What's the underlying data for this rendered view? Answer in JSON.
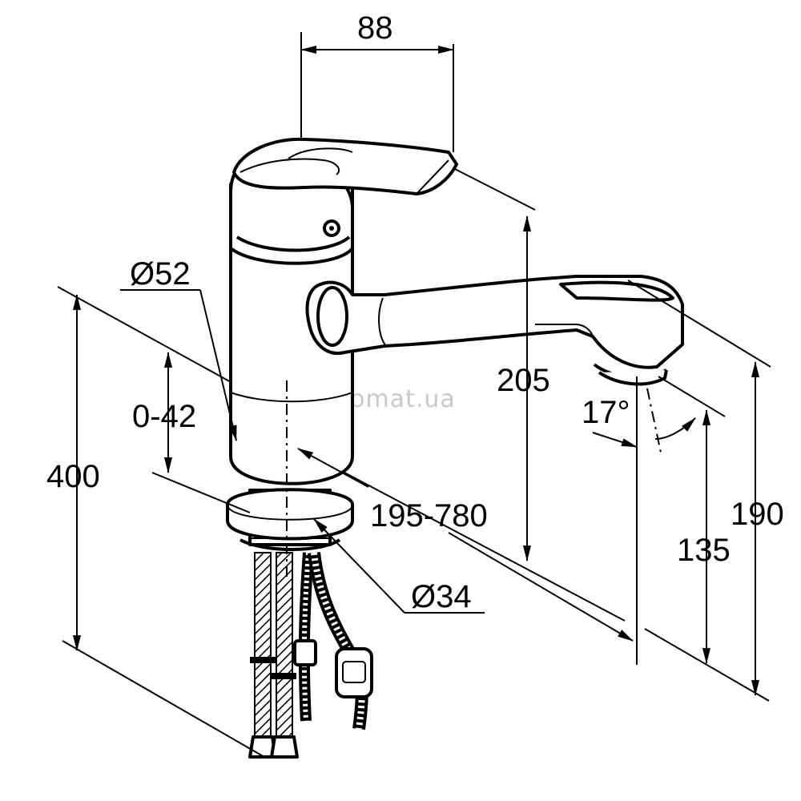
{
  "dimensions": {
    "handle_width": "88",
    "body_diameter": "Ø52",
    "adjust_range": "0-42",
    "overall_depth": "400",
    "spout_height": "205",
    "spout_angle": "17°",
    "reach": "195-780",
    "mount_diameter": "Ø34",
    "outlet_height": "135",
    "overall_height": "190"
  },
  "watermark": "agromat.ua"
}
